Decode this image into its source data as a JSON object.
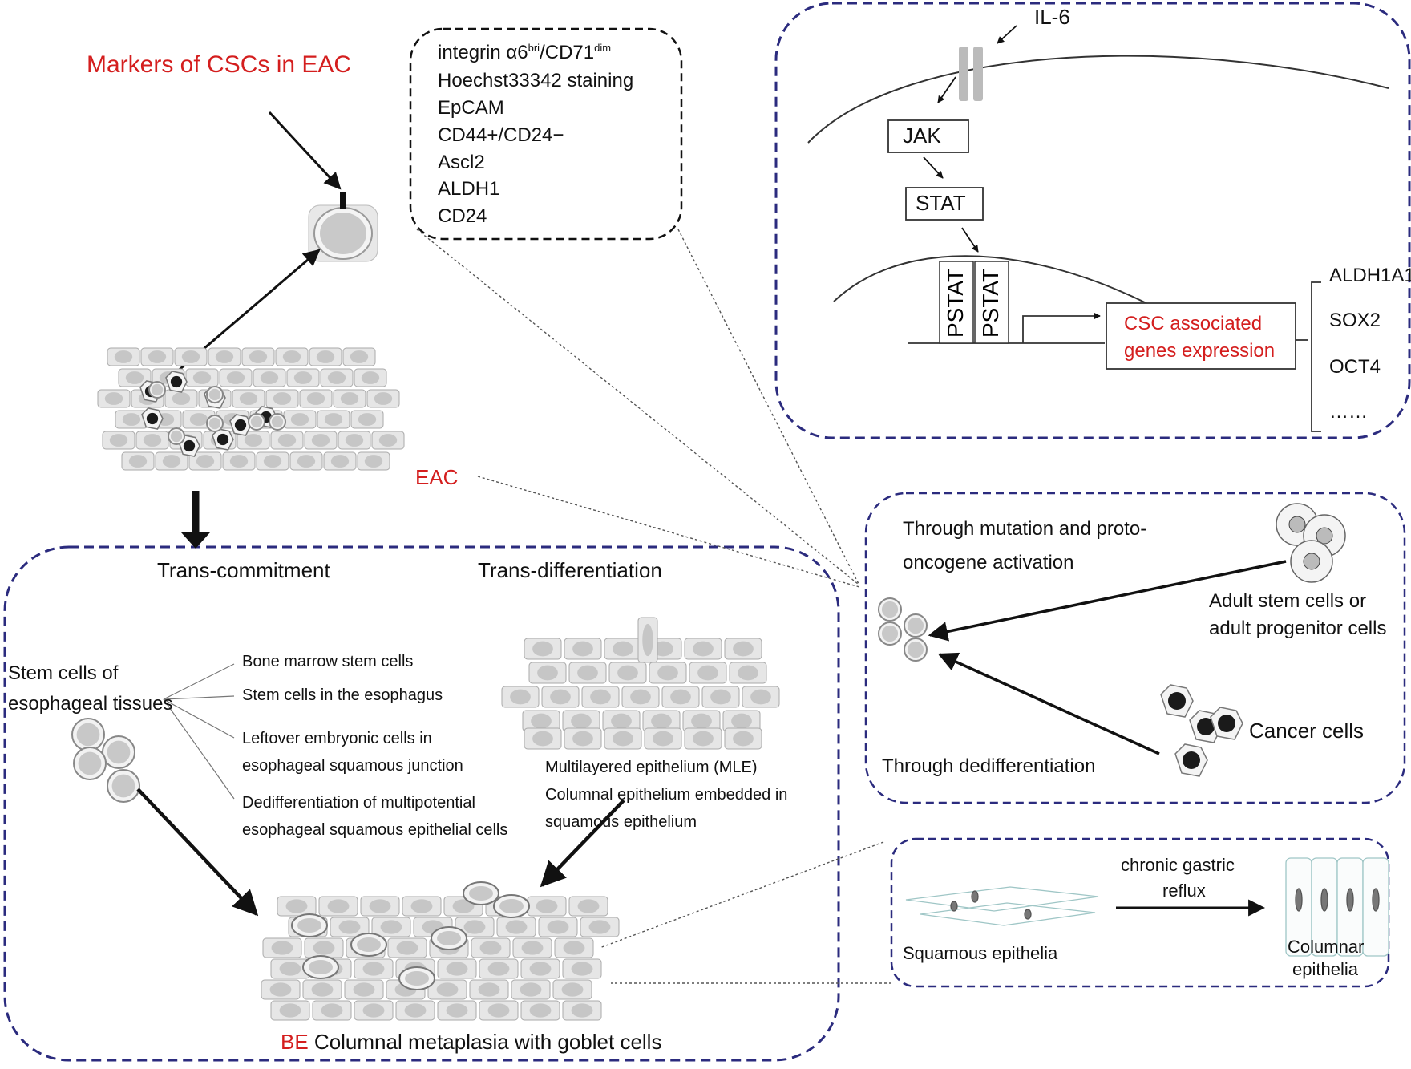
{
  "eac_panel": {
    "markers_title": "Markers of CSCs in EAC",
    "markers": [
      "integrin α6",
      "bri",
      "/CD71",
      "dim",
      "Hoechst33342 staining",
      "EpCAM",
      "CD44+/CD24−",
      "Ascl2",
      "ALDH1",
      "CD24"
    ],
    "eac_label": "EAC"
  },
  "il6_pathway": {
    "ligand": "IL-6",
    "jak": "JAK",
    "stat": "STAT",
    "pstat": "PSTAT",
    "csc_line1": "CSC associated",
    "csc_line2": "genes expression",
    "genes": [
      "ALDH1A1",
      "SOX2",
      "OCT4",
      "……"
    ]
  },
  "origin_panel": {
    "mutation_line1": "Through mutation and proto-",
    "mutation_line2": "oncogene activation",
    "adult_line1": "Adult stem cells or",
    "adult_line2": "adult progenitor cells",
    "cancer_cells": "Cancer cells",
    "dediff": "Through dedifferentiation"
  },
  "be_panel": {
    "trans_commitment": "Trans-commitment",
    "trans_differentiation": "Trans-differentiation",
    "stem_line1": "Stem cells of",
    "stem_line2": "esophageal tissues",
    "sources": [
      "Bone marrow stem cells",
      "Stem cells in the esophagus",
      "Leftover embryonic cells in",
      "esophageal squamous junction",
      "Dedifferentiation of multipotential",
      "esophageal squamous epithelial cells"
    ],
    "mle_lines": [
      "Multilayered epithelium (MLE)",
      "Columnal epithelium embedded in",
      "squamous  epithelium"
    ],
    "be_prefix": "BE",
    "be_caption": " Columnal metaplasia with goblet cells"
  },
  "reflux_panel": {
    "arrow_line1": "chronic gastric",
    "arrow_line2": "reflux",
    "squamous": "Squamous epithelia",
    "columnar_line1": "Columnar",
    "columnar_line2": "epithelia"
  },
  "colors": {
    "frame": "#2b2b7e",
    "accent": "#d41e1e",
    "cell_fill": "#d9d9d9",
    "cancer": "#1a1a1a"
  }
}
